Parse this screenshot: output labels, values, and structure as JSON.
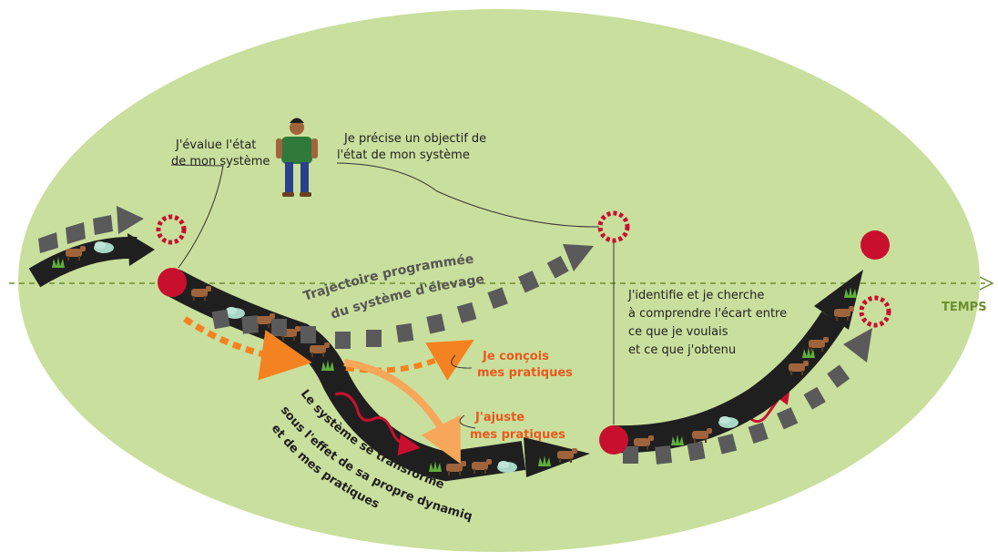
{
  "labels": {
    "evaluate": [
      "J'évalue l'état",
      "de mon système"
    ],
    "objective": [
      "Je précise un objectif de",
      "l'état de mon système"
    ],
    "identify": [
      "J'identifie et je cherche",
      "à comprendre l'écart entre",
      "ce que je voulais",
      "et ce que j'obtenu"
    ],
    "conceive": [
      "Je conçois",
      "mes pratiques"
    ],
    "adjust": [
      "J'ajuste",
      "mes pratiques"
    ],
    "programmed": [
      "Trajectoire programmée",
      "du système d'élevage"
    ],
    "transform": [
      "Le système se transforme",
      "sous l'effet de sa propre dynamique",
      "et de mes pratiques"
    ],
    "axis": "TEMPS"
  },
  "colors": {
    "background": "#c9df9d",
    "track": "#1f1f1f",
    "dashed_arrow": "#5a5a5a",
    "state_marker": "#c8102e",
    "practice_orange": "#f58220",
    "practice_light": "#f6a75a",
    "axis": "#6b8e2e"
  },
  "icons": [
    "farmer-icon",
    "cow-icon",
    "grass-icon",
    "state-marker-icon",
    "target-ring-icon"
  ]
}
